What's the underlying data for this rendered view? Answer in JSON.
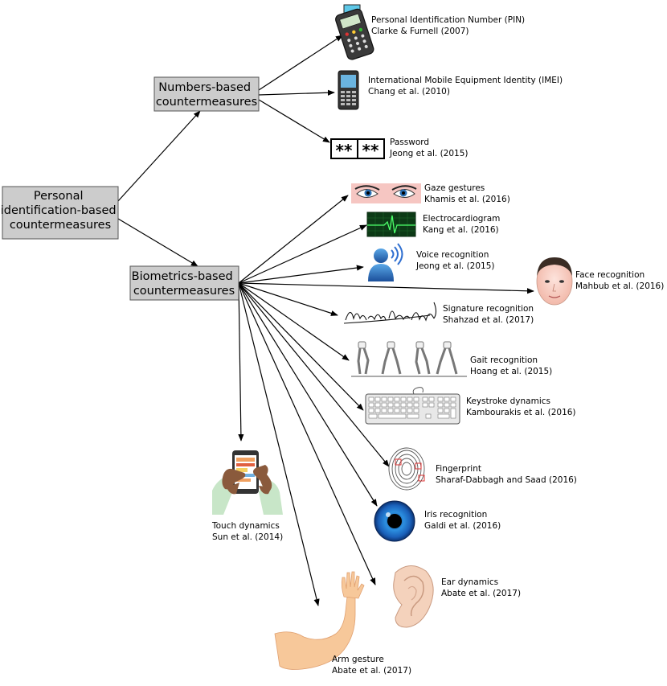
{
  "root": {
    "lines": [
      "Personal",
      "identification-based",
      "countermeasures"
    ]
  },
  "categories": [
    {
      "id": "numbers",
      "lines": [
        "Numbers-based",
        "countermeasures"
      ]
    },
    {
      "id": "biometrics",
      "lines": [
        "Biometrics-based",
        "countermeasures"
      ]
    }
  ],
  "leaves": [
    {
      "id": "pin",
      "parent": "numbers",
      "icon": "pin-terminal-icon",
      "lines": [
        "Personal Identification Number (PIN)",
        "Clarke & Furnell (2007)"
      ]
    },
    {
      "id": "imei",
      "parent": "numbers",
      "icon": "mobile-phone-icon",
      "lines": [
        "International Mobile Equipment Identity (IMEI)",
        "Chang et al. (2010)"
      ]
    },
    {
      "id": "password",
      "parent": "numbers",
      "icon": "password-field-icon",
      "lines": [
        "Password",
        "Jeong et al. (2015)"
      ]
    },
    {
      "id": "gaze",
      "parent": "biometrics",
      "icon": "eyes-icon",
      "lines": [
        "Gaze gestures",
        "Khamis et al. (2016)"
      ]
    },
    {
      "id": "ecg",
      "parent": "biometrics",
      "icon": "ecg-monitor-icon",
      "lines": [
        "Electrocardiogram",
        "Kang et al. (2016)"
      ]
    },
    {
      "id": "voice",
      "parent": "biometrics",
      "icon": "speaking-person-icon",
      "lines": [
        "Voice recognition",
        "Jeong et al. (2015)"
      ]
    },
    {
      "id": "face",
      "parent": "biometrics",
      "icon": "face-icon",
      "lines": [
        "Face recognition",
        "Mahbub et al. (2016)"
      ]
    },
    {
      "id": "signature",
      "parent": "biometrics",
      "icon": "signature-icon",
      "lines": [
        "Signature recognition",
        "Shahzad et al. (2017)"
      ]
    },
    {
      "id": "gait",
      "parent": "biometrics",
      "icon": "walking-legs-icon",
      "lines": [
        "Gait recognition",
        "Hoang et al. (2015)"
      ]
    },
    {
      "id": "keystroke",
      "parent": "biometrics",
      "icon": "keyboard-icon",
      "lines": [
        "Keystroke dynamics",
        "Kambourakis et al. (2016)"
      ]
    },
    {
      "id": "fingerprint",
      "parent": "biometrics",
      "icon": "fingerprint-icon",
      "lines": [
        "Fingerprint",
        "Sharaf-Dabbagh and Saad (2016)"
      ]
    },
    {
      "id": "iris",
      "parent": "biometrics",
      "icon": "iris-icon",
      "lines": [
        "Iris recognition",
        "Galdi et al. (2016)"
      ]
    },
    {
      "id": "ear",
      "parent": "biometrics",
      "icon": "ear-icon",
      "lines": [
        "Ear dynamics",
        "Abate et al. (2017)"
      ]
    },
    {
      "id": "arm",
      "parent": "biometrics",
      "icon": "arm-icon",
      "lines": [
        "Arm gesture",
        "Abate et al. (2017)"
      ]
    },
    {
      "id": "touch",
      "parent": "biometrics",
      "icon": "touch-phone-hands-icon",
      "lines": [
        "Touch dynamics",
        "Sun et al. (2014)"
      ]
    }
  ],
  "colors": {
    "box_fill": "#cccccc",
    "box_stroke": "#555555",
    "arrow": "#000000"
  }
}
